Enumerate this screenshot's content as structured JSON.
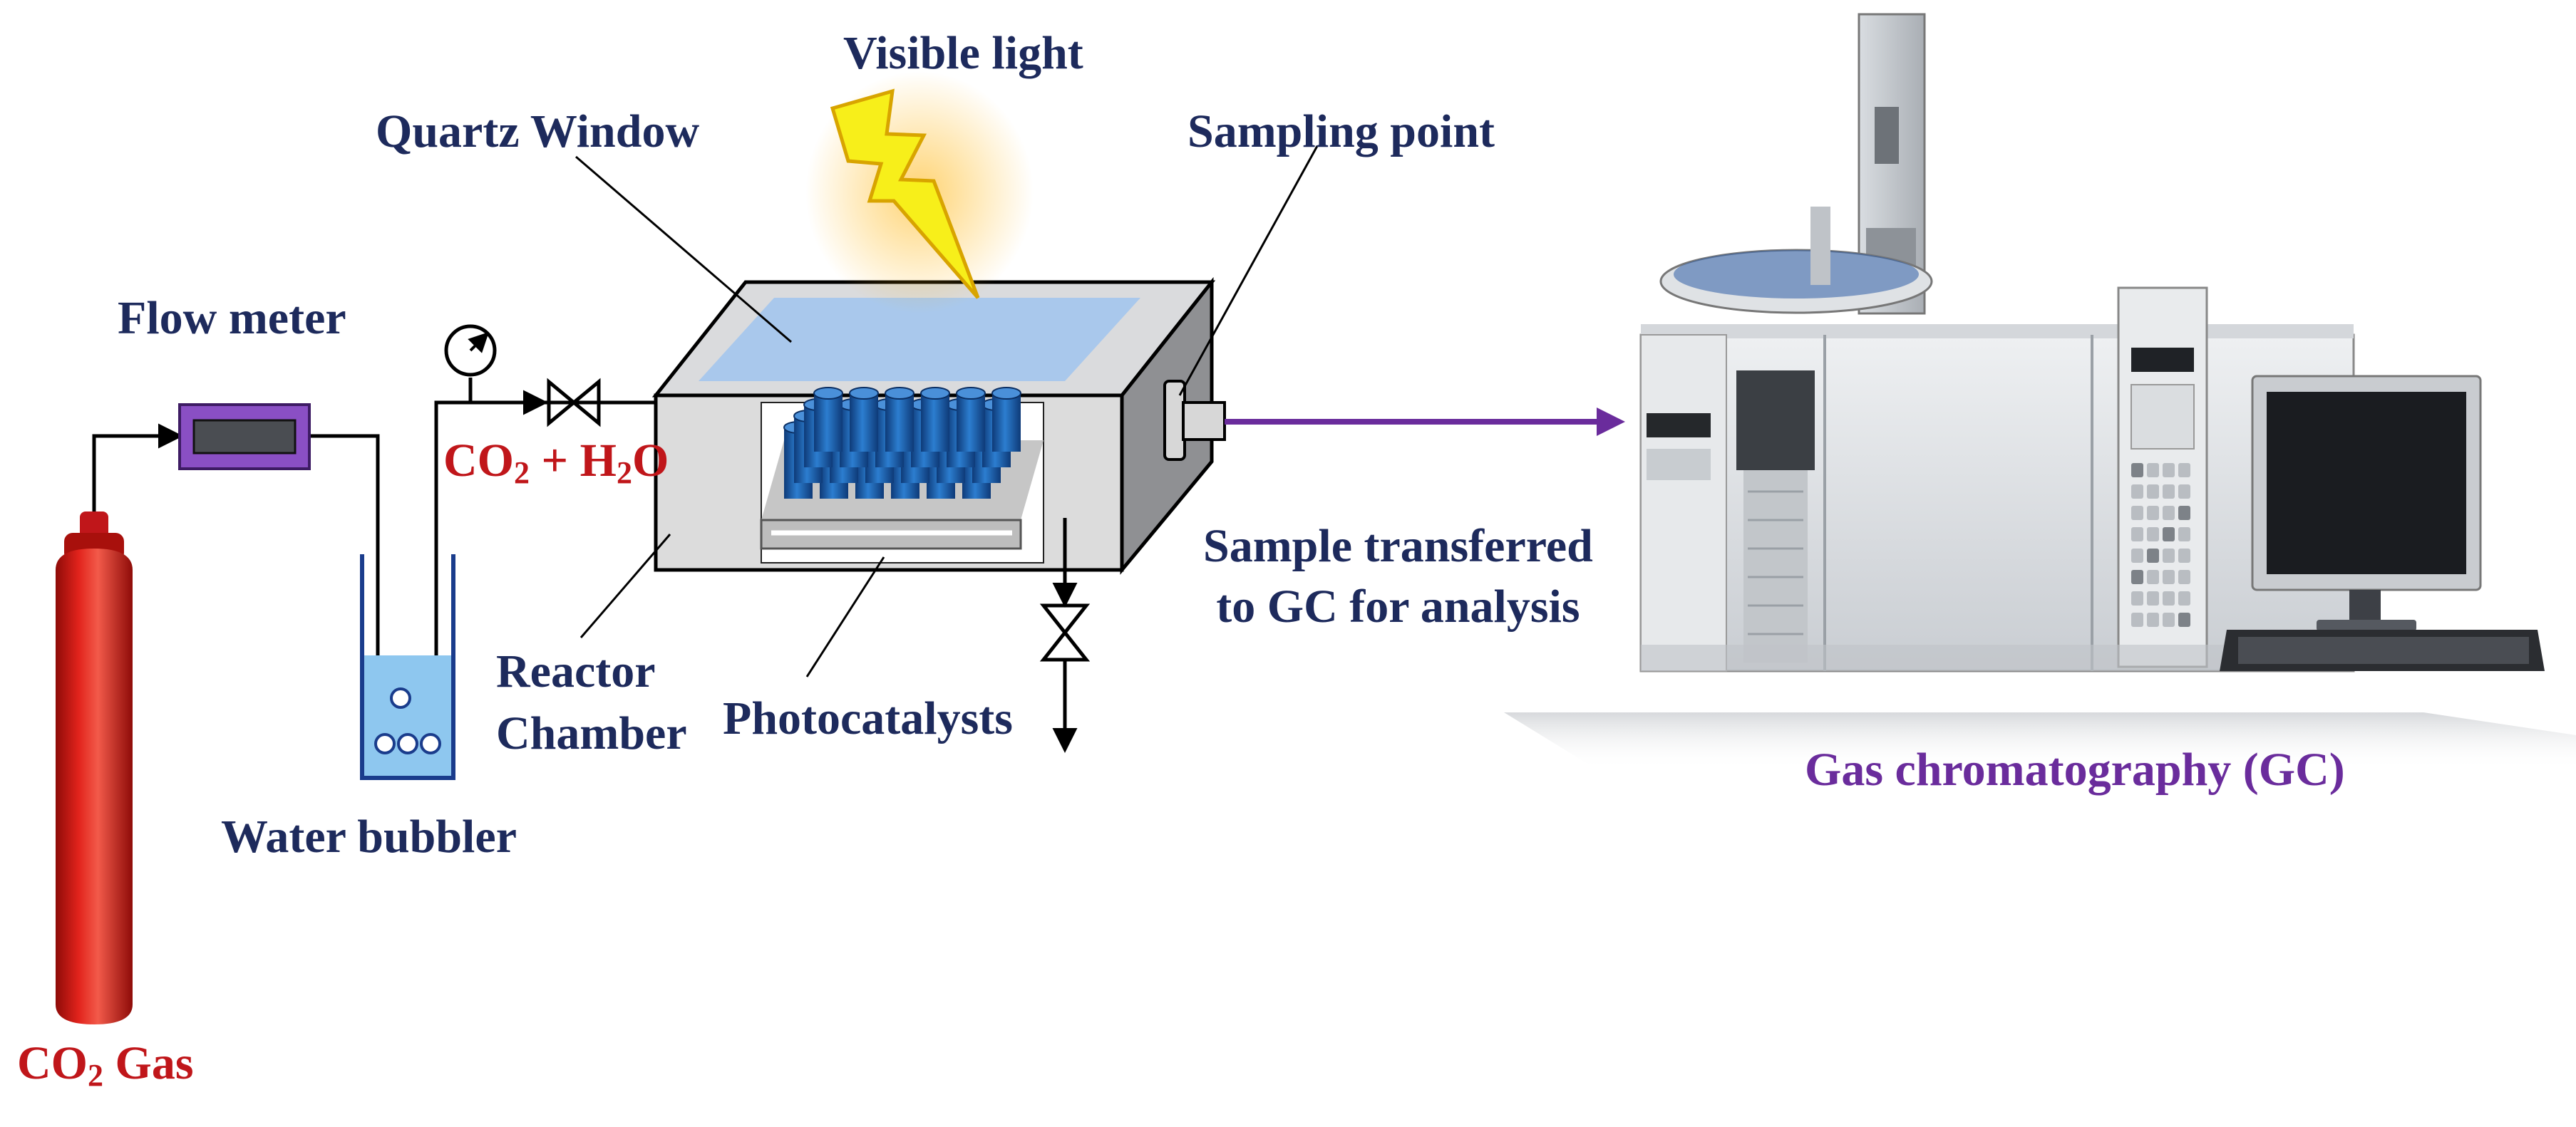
{
  "labels": {
    "visible_light": "Visible light",
    "quartz_window": "Quartz Window",
    "sampling_point": "Sampling point",
    "flow_meter": "Flow meter",
    "co2_h2o": {
      "a": "CO",
      "a_sub": "2",
      "b": " + H",
      "b_sub": "2",
      "c": "O"
    },
    "reactor_chamber_1": "Reactor",
    "reactor_chamber_2": "Chamber",
    "photocatalysts": "Photocatalysts",
    "water_bubbler": "Water bubbler",
    "co2_gas": {
      "a": "CO",
      "a_sub": "2",
      "b": " Gas"
    },
    "sample_transferred_1": "Sample transferred",
    "sample_transferred_2": "to GC for analysis",
    "gas_chromatography": "Gas chromatography (GC)"
  },
  "colors": {
    "navy_text": "#1d2a5c",
    "red_text": "#c0161a",
    "purple_text": "#6a2c9c",
    "cylinder_red": "#d41a14",
    "quartz_blue": "#a9c8ec",
    "flow_meter_purple": "#8a4fc4",
    "bolt_yellow": "#f7ef1a",
    "transfer_arrow": "#6a2c9c"
  }
}
